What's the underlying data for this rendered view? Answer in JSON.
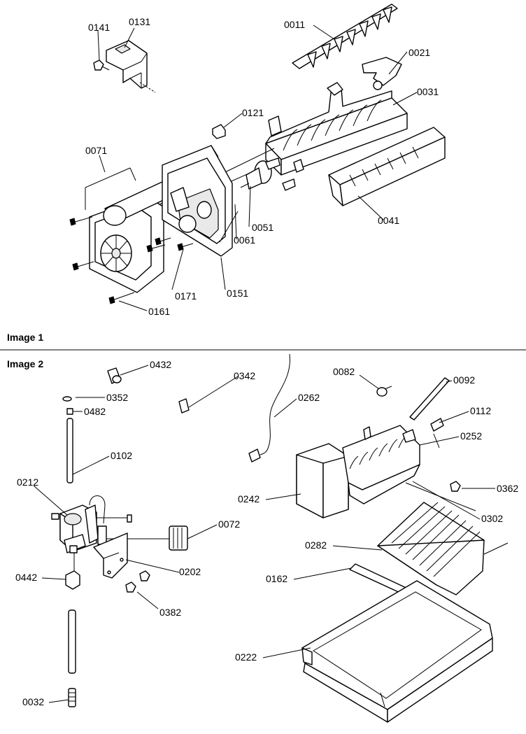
{
  "sections": {
    "image1": "Image 1",
    "image2": "Image 2"
  },
  "labels": {
    "p0141": "0141",
    "p0131": "0131",
    "p0011": "0011",
    "p0021": "0021",
    "p0031": "0031",
    "p0121": "0121",
    "p0071": "0071",
    "p0051": "0051",
    "p0061": "0061",
    "p0041": "0041",
    "p0171": "0171",
    "p0151": "0151",
    "p0161": "0161",
    "p0432": "0432",
    "p0342": "0342",
    "p0082": "0082",
    "p0092": "0092",
    "p0352": "0352",
    "p0482": "0482",
    "p0262": "0262",
    "p0112": "0112",
    "p0252": "0252",
    "p0102": "0102",
    "p0212": "0212",
    "p0242": "0242",
    "p0362": "0362",
    "p0302": "0302",
    "p0072": "0072",
    "p0282": "0282",
    "p0202": "0202",
    "p0442": "0442",
    "p0162": "0162",
    "p0382": "0382",
    "p0222": "0222",
    "p0032": "0032"
  }
}
